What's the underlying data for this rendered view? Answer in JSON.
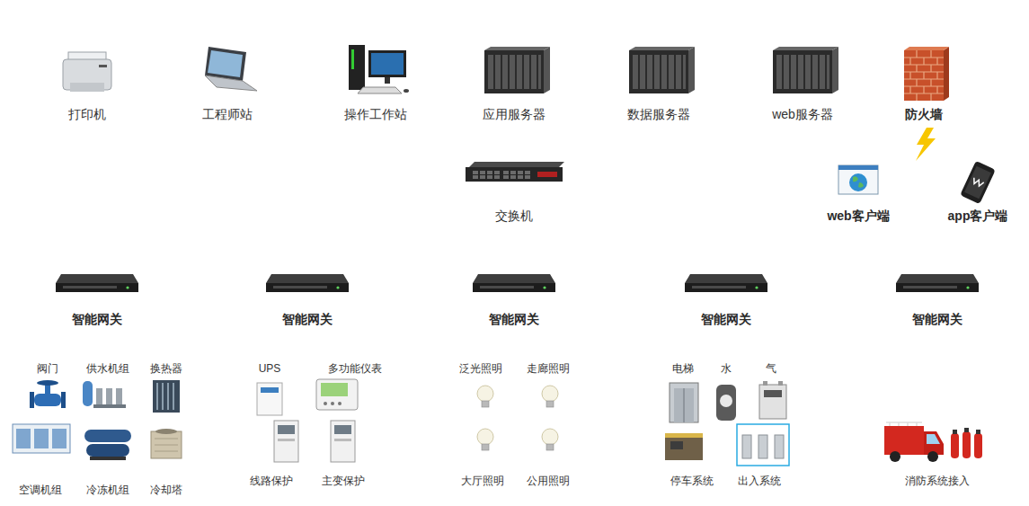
{
  "diagram": {
    "nodes": [
      {
        "text": [
          "打印机"
        ]
      },
      {
        "text": [
          "工程师站"
        ]
      },
      {
        "text": [
          "操作工作站"
        ]
      },
      {
        "text": [
          "应用服务器"
        ]
      },
      {
        "text": [
          "数据服务器"
        ]
      },
      {
        "text": [
          "web服务器"
        ]
      },
      {
        "text": [
          "防火墙"
        ]
      },
      {
        "text": [
          "web客户端"
        ]
      },
      {
        "text": [
          "app客户端"
        ]
      },
      {
        "text": [
          "交换机"
        ]
      },
      {
        "text": [
          "智能网关"
        ]
      },
      {
        "text": [
          "智能网关"
        ]
      },
      {
        "text": [
          "智能网关"
        ]
      },
      {
        "text": [
          "智能网关"
        ]
      },
      {
        "text": [
          "智能网关"
        ]
      },
      {
        "text": [
          "阀门",
          "供水机组",
          "换热器",
          "空调机组",
          "冷冻机组",
          "冷却塔"
        ]
      },
      {
        "text": [
          "UPS",
          "多功能仪表",
          "线路保护",
          "主变保护"
        ]
      },
      {
        "text": [
          "泛光照明",
          "走廊照明",
          "大厅照明",
          "公用照明"
        ]
      },
      {
        "text": [
          "电梯",
          "水",
          "气",
          "停车系统",
          "出入系统"
        ]
      },
      {
        "text": [
          "消防系统接入"
        ]
      }
    ],
    "edges": [
      {
        "from": 0,
        "to": 1,
        "arrow": "none"
      },
      {
        "from": 1,
        "to": 2,
        "arrow": "none"
      },
      {
        "from": 2,
        "to": 3,
        "arrow": "none"
      },
      {
        "from": 3,
        "to": 4,
        "arrow": "none"
      },
      {
        "from": 4,
        "to": 5,
        "arrow": "none"
      },
      {
        "from": 5,
        "to": 6,
        "arrow": "none"
      },
      {
        "from": 3,
        "to": 9,
        "arrow": "both"
      },
      {
        "from": 9,
        "to": 12,
        "arrow": "both"
      },
      {
        "from": 10,
        "to": 11,
        "arrow": "none"
      },
      {
        "from": 11,
        "to": 12,
        "arrow": "none"
      },
      {
        "from": 12,
        "to": 13,
        "arrow": "none"
      },
      {
        "from": 13,
        "to": 14,
        "arrow": "none"
      },
      {
        "from": 10,
        "to": 15,
        "arrow": "both"
      },
      {
        "from": 11,
        "to": 16,
        "arrow": "both"
      },
      {
        "from": 12,
        "to": 17,
        "arrow": "both"
      },
      {
        "from": 13,
        "to": 18,
        "arrow": "both"
      },
      {
        "from": 14,
        "to": 19,
        "arrow": "both"
      }
    ]
  }
}
